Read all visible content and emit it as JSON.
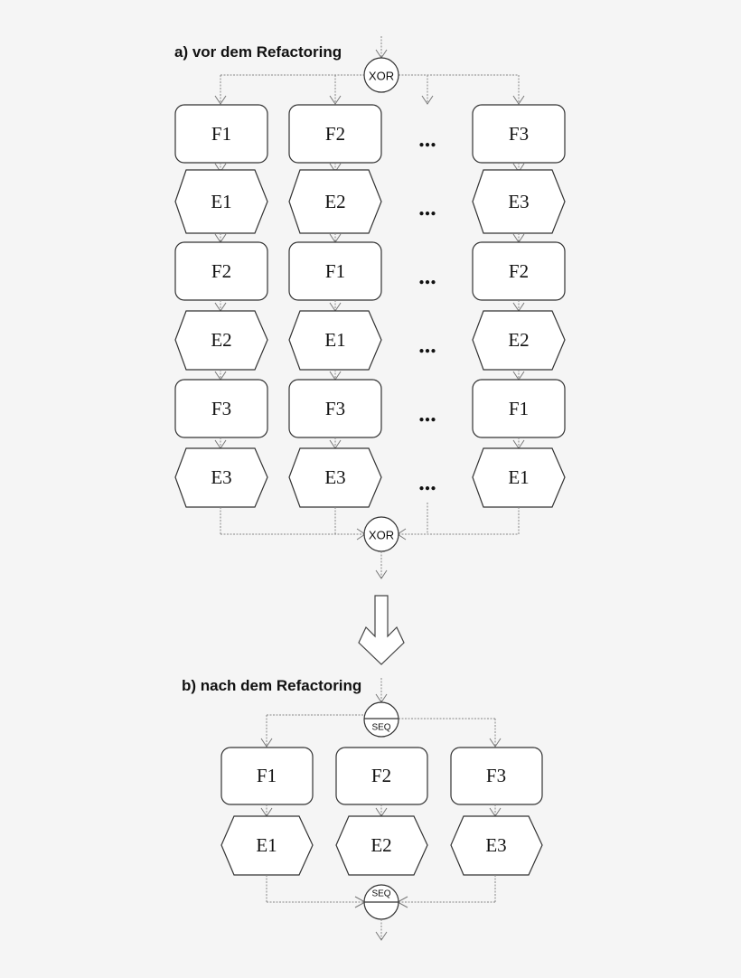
{
  "section_a": {
    "title": "a) vor dem Refactoring",
    "split_connector": "XOR",
    "join_connector": "XOR",
    "ellipsis": "...",
    "columns": [
      {
        "nodes": [
          "F1",
          "E1",
          "F2",
          "E2",
          "F3",
          "E3"
        ]
      },
      {
        "nodes": [
          "F2",
          "E2",
          "F1",
          "E1",
          "F3",
          "E3"
        ]
      },
      {
        "nodes": [
          "F3",
          "E3",
          "F2",
          "E2",
          "F1",
          "E1"
        ]
      }
    ],
    "node_types": [
      "function",
      "event",
      "function",
      "event",
      "function",
      "event"
    ]
  },
  "transition_arrow": "down-arrow",
  "section_b": {
    "title": "b) nach dem Refactoring",
    "split_connector": "SEQ",
    "join_connector": "SEQ",
    "columns": [
      {
        "nodes": [
          "F1",
          "E1"
        ]
      },
      {
        "nodes": [
          "F2",
          "E2"
        ]
      },
      {
        "nodes": [
          "F3",
          "E3"
        ]
      }
    ]
  }
}
